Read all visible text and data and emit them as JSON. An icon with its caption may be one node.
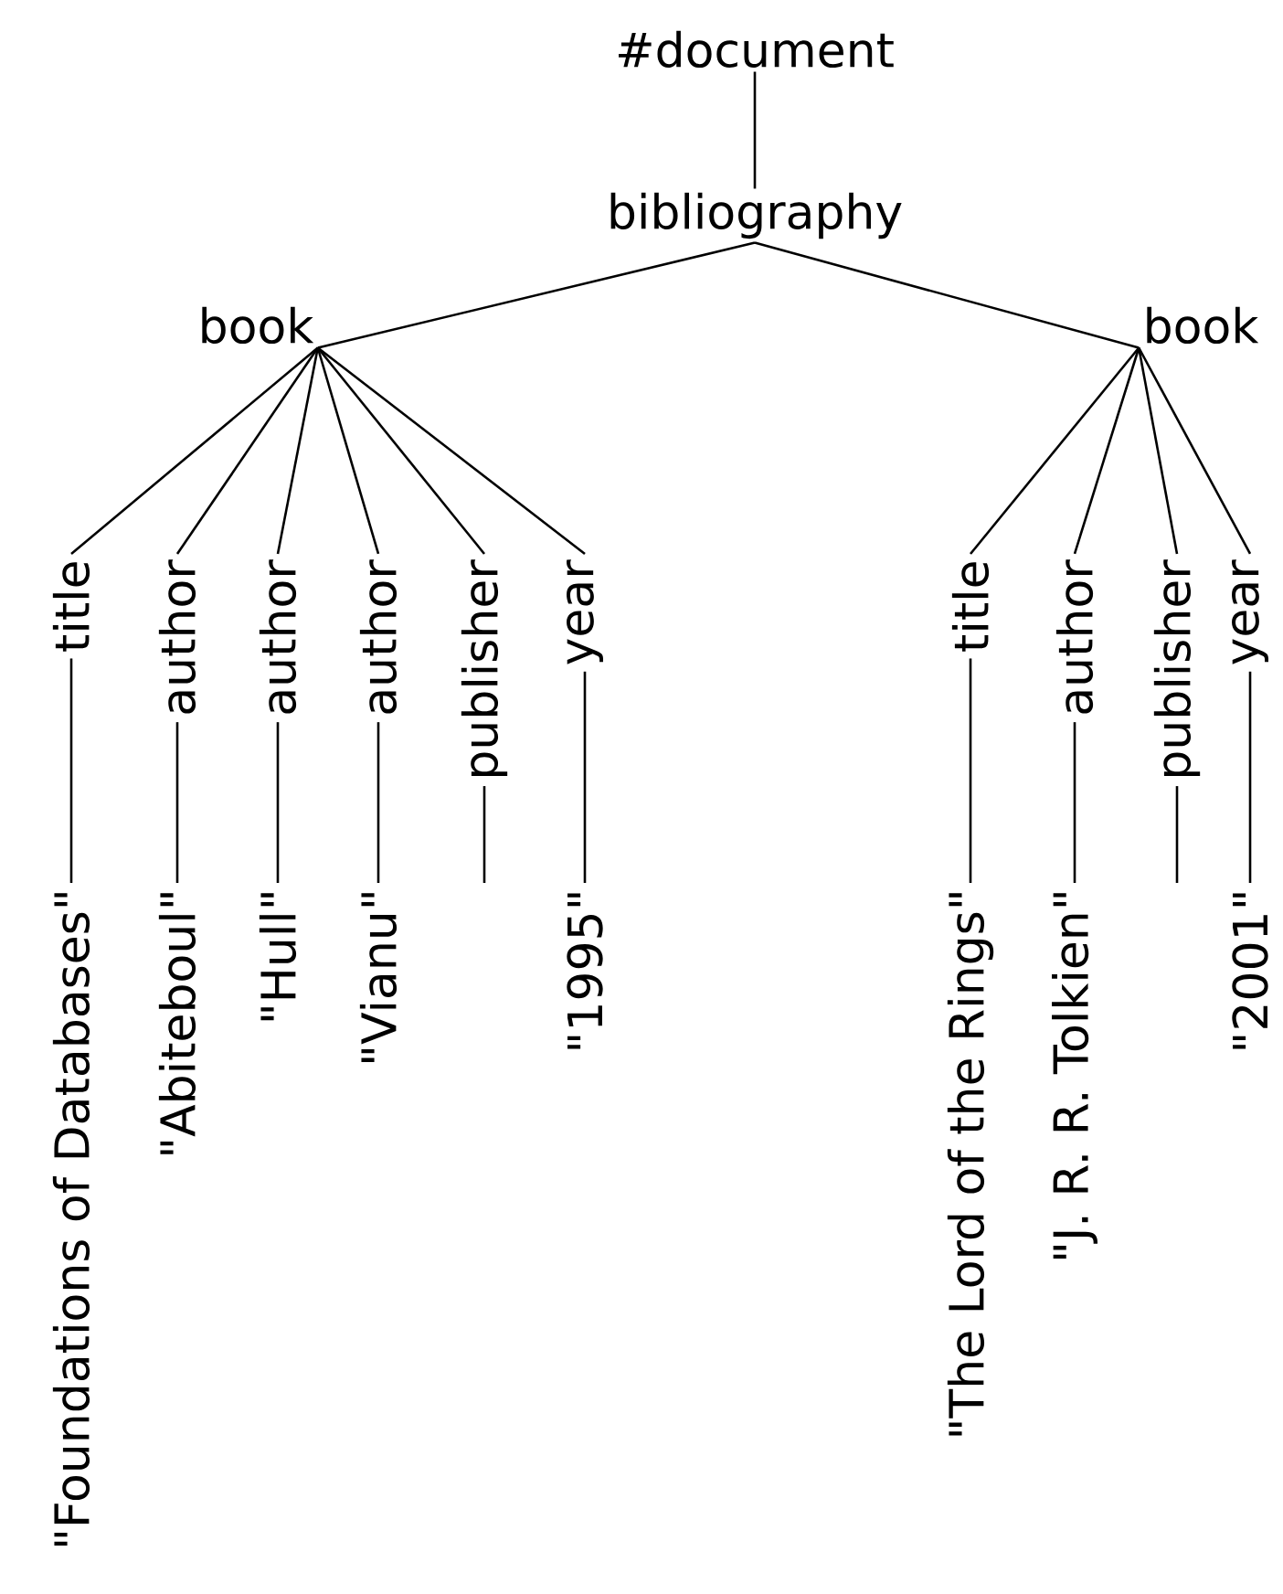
{
  "diagram": {
    "nodes": [
      {
        "text": [
          "#document"
        ]
      },
      {
        "text": [
          "bibliography"
        ]
      },
      {
        "text": [
          "book"
        ]
      },
      {
        "text": [
          "book"
        ]
      },
      {
        "text": [
          "title"
        ]
      },
      {
        "text": [
          "author"
        ]
      },
      {
        "text": [
          "author"
        ]
      },
      {
        "text": [
          "author"
        ]
      },
      {
        "text": [
          "publisher"
        ]
      },
      {
        "text": [
          "year"
        ]
      },
      {
        "text": [
          "\"Foundations of Databases\""
        ]
      },
      {
        "text": [
          "\"Abiteboul\""
        ]
      },
      {
        "text": [
          "\"Hull\""
        ]
      },
      {
        "text": [
          "\"Vianu\""
        ]
      },
      {
        "text": [
          "\"1995\""
        ]
      },
      {
        "text": [
          "title"
        ]
      },
      {
        "text": [
          "author"
        ]
      },
      {
        "text": [
          "publisher"
        ]
      },
      {
        "text": [
          "year"
        ]
      },
      {
        "text": [
          "\"The Lord of the Rings\""
        ]
      },
      {
        "text": [
          "\"J. R. R. Tolkien\""
        ]
      },
      {
        "text": [
          "\"2001\""
        ]
      }
    ],
    "edges": [
      {
        "from": 0,
        "to": 1,
        "arrow": "none"
      },
      {
        "from": 1,
        "to": 2,
        "arrow": "none"
      },
      {
        "from": 1,
        "to": 3,
        "arrow": "none"
      },
      {
        "from": 2,
        "to": 4,
        "arrow": "none"
      },
      {
        "from": 2,
        "to": 5,
        "arrow": "none"
      },
      {
        "from": 2,
        "to": 6,
        "arrow": "none"
      },
      {
        "from": 2,
        "to": 7,
        "arrow": "none"
      },
      {
        "from": 2,
        "to": 8,
        "arrow": "none"
      },
      {
        "from": 2,
        "to": 9,
        "arrow": "none"
      },
      {
        "from": 4,
        "to": 10,
        "arrow": "none"
      },
      {
        "from": 5,
        "to": 11,
        "arrow": "none"
      },
      {
        "from": 6,
        "to": 12,
        "arrow": "none"
      },
      {
        "from": 7,
        "to": 13,
        "arrow": "none"
      },
      {
        "from": 8,
        "to": null,
        "arrow": "none"
      },
      {
        "from": 9,
        "to": 14,
        "arrow": "none"
      },
      {
        "from": 3,
        "to": 15,
        "arrow": "none"
      },
      {
        "from": 3,
        "to": 16,
        "arrow": "none"
      },
      {
        "from": 3,
        "to": 17,
        "arrow": "none"
      },
      {
        "from": 3,
        "to": 18,
        "arrow": "none"
      },
      {
        "from": 15,
        "to": 19,
        "arrow": "none"
      },
      {
        "from": 16,
        "to": 20,
        "arrow": "none"
      },
      {
        "from": 17,
        "to": null,
        "arrow": "none"
      },
      {
        "from": 18,
        "to": 21,
        "arrow": "none"
      }
    ]
  }
}
